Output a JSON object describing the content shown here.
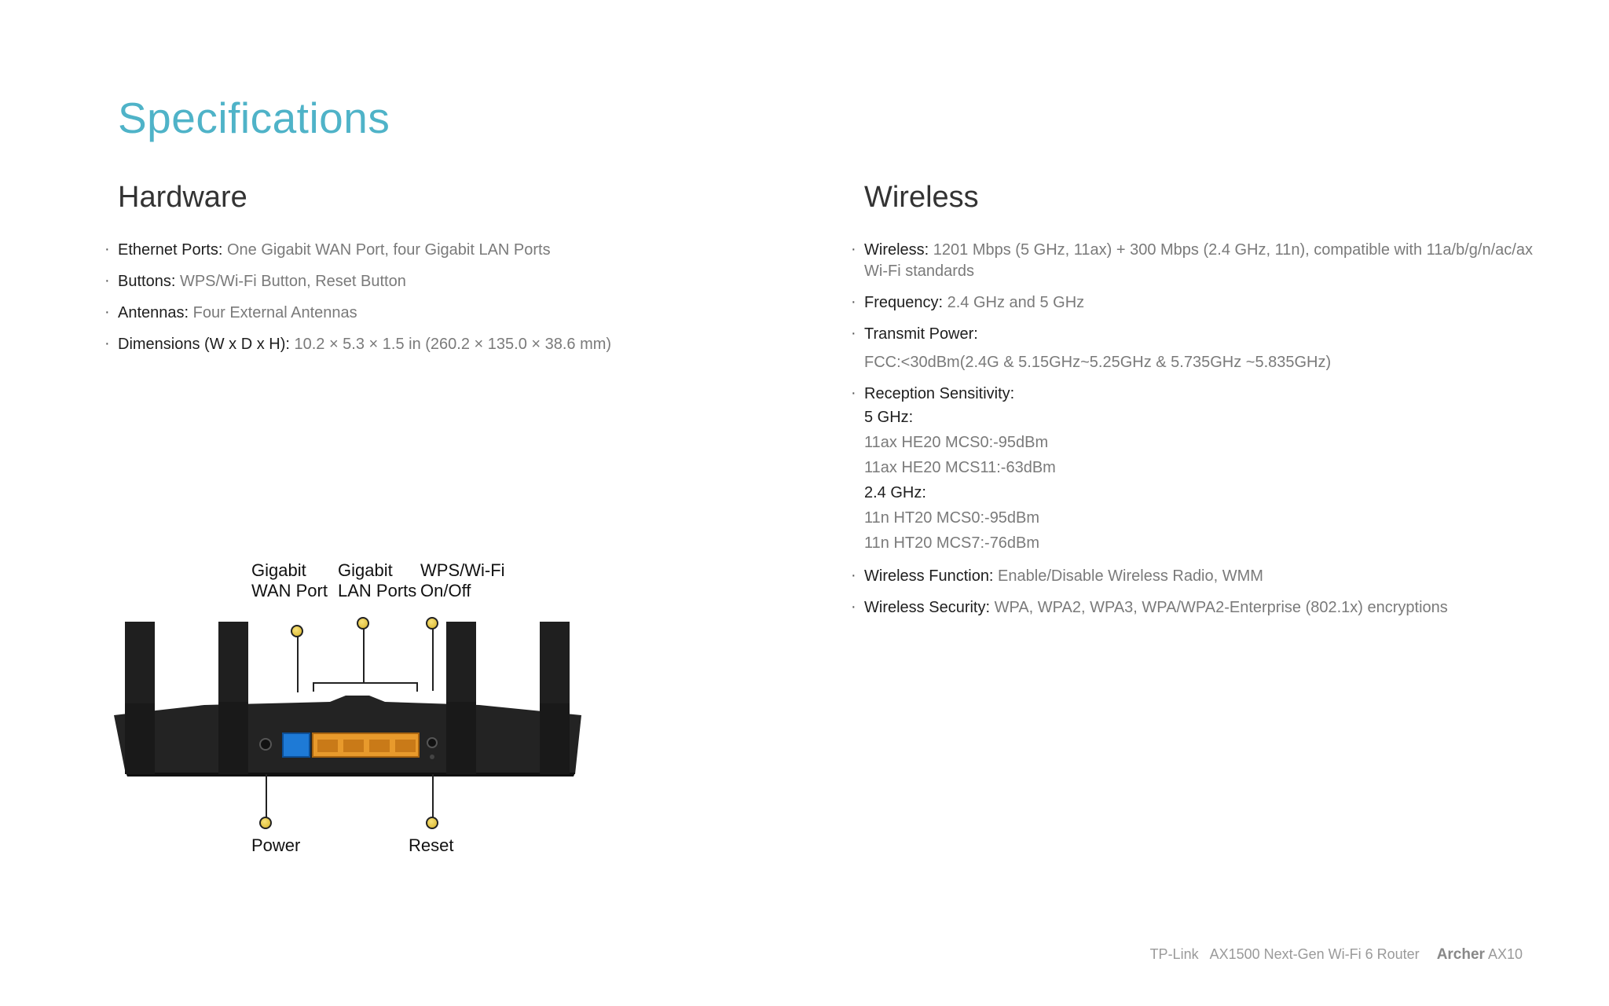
{
  "page": {
    "title": "Specifications"
  },
  "hardware": {
    "heading": "Hardware",
    "items": [
      {
        "label": "Ethernet Ports:",
        "value": " One Gigabit WAN Port, four Gigabit LAN Ports"
      },
      {
        "label": "Buttons:",
        "value": " WPS/Wi-Fi Button, Reset Button"
      },
      {
        "label": "Antennas:",
        "value": " Four External Antennas"
      },
      {
        "label": "Dimensions (W x D x H):",
        "value": " 10.2 × 5.3 × 1.5 in (260.2 × 135.0 × 38.6 mm)"
      }
    ]
  },
  "wireless": {
    "heading": "Wireless",
    "items": [
      {
        "label": "Wireless:",
        "value": " 1201 Mbps (5 GHz, 11ax) + 300 Mbps (2.4 GHz, 11n), compatible with 11a/b/g/n/ac/ax Wi-Fi standards"
      },
      {
        "label": "Frequency:",
        "value": " 2.4 GHz and 5 GHz"
      },
      {
        "label": "Transmit Power:",
        "detail": "FCC:<30dBm(2.4G & 5.15GHz~5.25GHz & 5.735GHz ~5.835GHz)"
      },
      {
        "label": "Reception Sensitivity:",
        "groups": [
          {
            "band": "5 GHz:",
            "lines": [
              "11ax HE20 MCS0:-95dBm",
              "11ax HE20 MCS11:-63dBm"
            ]
          },
          {
            "band": "2.4 GHz:",
            "lines": [
              "11n HT20 MCS0:-95dBm",
              "11n HT20 MCS7:-76dBm"
            ]
          }
        ]
      },
      {
        "label": "Wireless Function:",
        "value": " Enable/Disable Wireless Radio, WMM"
      },
      {
        "label": "Wireless Security:",
        "value": " WPA, WPA2, WPA3, WPA/WPA2-Enterprise (802.1x) encryptions"
      }
    ]
  },
  "diagram": {
    "callouts": {
      "wan": [
        "Gigabit",
        "WAN Port"
      ],
      "lan": [
        "Gigabit",
        "LAN Ports"
      ],
      "wps": [
        "WPS/Wi-Fi",
        "On/Off"
      ],
      "power": "Power",
      "reset": "Reset"
    },
    "colors": {
      "wan_port": "#1e7ad6",
      "lan_ports": "#e89a2c",
      "router_body": "#1f1f1f",
      "dot": "#e8c84a"
    }
  },
  "footer": {
    "company": "TP-Link",
    "product": "AX1500 Next-Gen Wi-Fi 6 Router",
    "brand": "Archer",
    "model": "AX10"
  }
}
